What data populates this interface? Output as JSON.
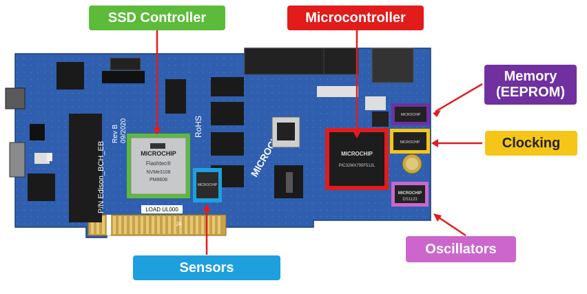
{
  "labels": {
    "ssd_controller": "SSD Controller",
    "microcontroller": "Microcontroller",
    "memory_line1": "Memory",
    "memory_line2": "(EEPROM)",
    "clocking": "Clocking",
    "oscillators": "Oscillators",
    "sensors": "Sensors"
  },
  "board_text": {
    "brand": "MICROCHIP",
    "ssd_chip_line1": "Flashtec®",
    "ssd_chip_line2": "NVMe3108",
    "ssd_chip_line3": "PM8608",
    "mcu_chip_model": "PIC32MX795F512L",
    "osc_chip_model": "DS1123",
    "part_number": "P/N Edison_BCH_EB",
    "rev": "Rev B",
    "date": "09/2020",
    "load_label": "LOAD UL000",
    "rohs": "RoHS",
    "j_label": "J4"
  },
  "colors": {
    "ssd_controller": "#5dbb3a",
    "microcontroller": "#e21b1b",
    "memory": "#7030a0",
    "clocking": "#f5c518",
    "oscillators": "#cc66cc",
    "sensors": "#1ea0df",
    "arrow": "#e21b1b",
    "board": "#2e5ca8"
  }
}
